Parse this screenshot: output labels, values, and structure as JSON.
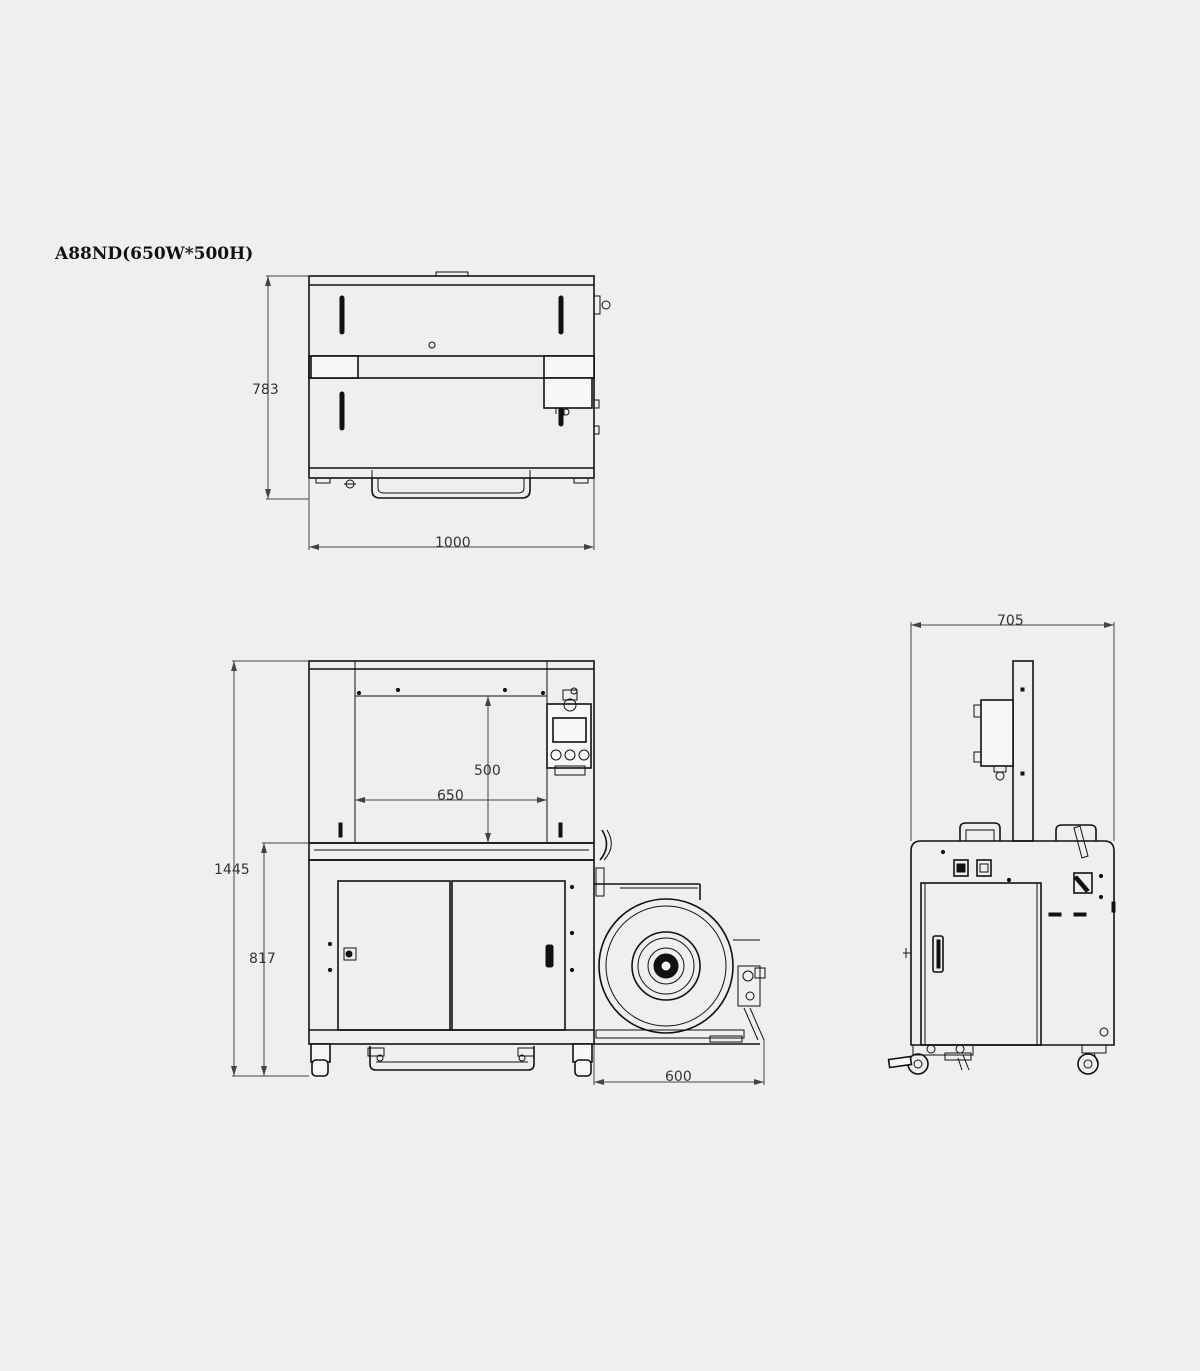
{
  "title": "A88ND(650W*500H)",
  "views": {
    "top": {
      "dims": {
        "height": "783",
        "width": "1000"
      }
    },
    "front": {
      "dims": {
        "total_height": "1445",
        "table_height": "817",
        "arch_height": "500",
        "arch_width": "650",
        "dispenser_depth": "600"
      }
    },
    "side": {
      "dims": {
        "depth": "705"
      }
    }
  },
  "colors": {
    "background": "#efefef",
    "line": "#111111",
    "dimension_line": "#444444"
  }
}
